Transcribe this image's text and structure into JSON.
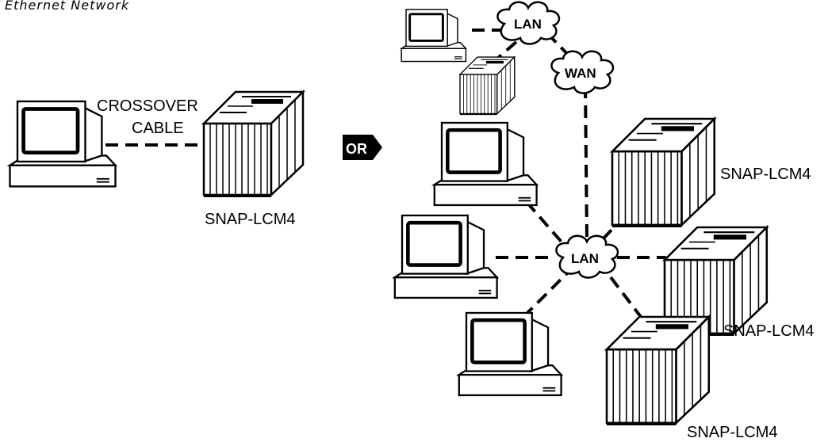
{
  "caption": "Ethernet Network",
  "left_panel": {
    "cable_label_line1": "CROSSOVER",
    "cable_label_line2": "CABLE",
    "device_label": "SNAP-LCM4"
  },
  "or_badge": "OR",
  "right_panel": {
    "lan_top": "LAN",
    "wan": "WAN",
    "lan_center": "LAN",
    "device_label_1": "SNAP-LCM4",
    "device_label_2": "SNAP-LCM4",
    "device_label_3": "SNAP-LCM4"
  }
}
